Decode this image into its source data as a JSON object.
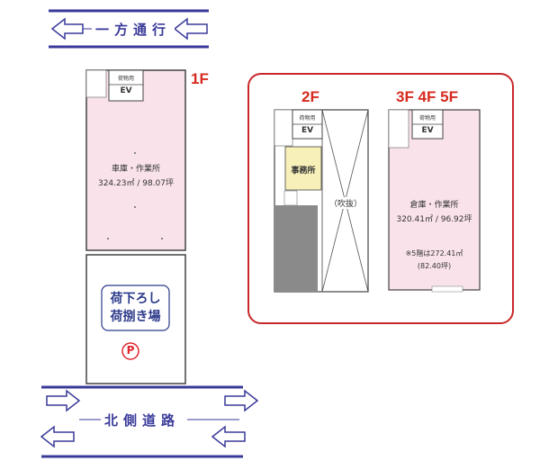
{
  "top_road": {
    "label": "一方通行"
  },
  "bottom_road": {
    "label": "北側道路"
  },
  "floor1": {
    "label": "1F",
    "ev_small": "荷物用",
    "ev": "EV",
    "room_name": "車庫・作業所",
    "room_area": "324.23㎡ / 98.07坪"
  },
  "unloading": {
    "line1": "荷下ろし",
    "line2": "荷捌き場",
    "parking_symbol": "P"
  },
  "floor2": {
    "label": "2F",
    "ev_small": "荷物用",
    "ev": "EV",
    "office": "事務所",
    "void": "（吹抜）"
  },
  "floor345": {
    "label": "3F 4F 5F",
    "ev_small": "荷物用",
    "ev": "EV",
    "room_name": "倉庫・作業所",
    "room_area": "320.41㎡ / 96.92坪",
    "note1": "※5階は272.41㎡",
    "note2": "(82.40坪)"
  },
  "colors": {
    "road_line": "#3a3a9a",
    "floor_fill": "#f9e2ea",
    "frame_red": "#c8282a",
    "office_fill": "#f7f0b9",
    "shaft_gray": "#8a8a8a",
    "parking": "#e0282e"
  }
}
